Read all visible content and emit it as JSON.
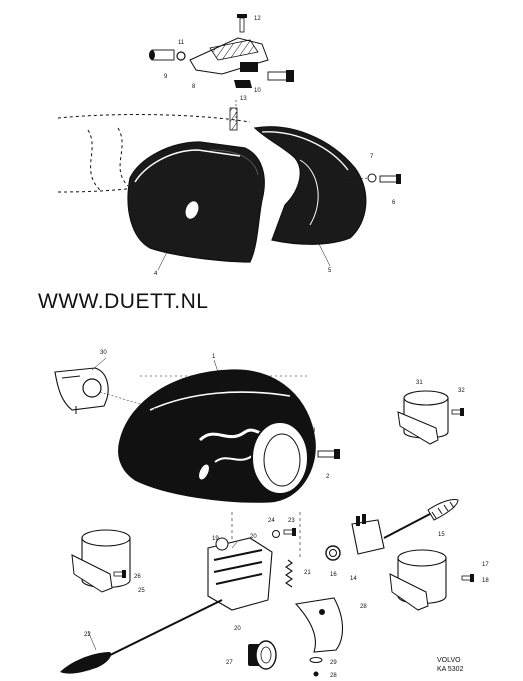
{
  "watermark": "WWW.DUETT.NL",
  "brand": {
    "maker": "VOLVO",
    "code": "KA 5302"
  },
  "colors": {
    "ink": "#111111",
    "paper": "#ffffff"
  },
  "part_numbers": [
    "1",
    "2",
    "3",
    "4",
    "5",
    "6",
    "7",
    "8",
    "9",
    "10",
    "11",
    "12",
    "13",
    "14",
    "15",
    "16",
    "17",
    "18",
    "19",
    "20",
    "20",
    "21",
    "22",
    "23",
    "24",
    "25",
    "26",
    "27",
    "28",
    "29",
    "30",
    "31",
    "32",
    "33"
  ]
}
